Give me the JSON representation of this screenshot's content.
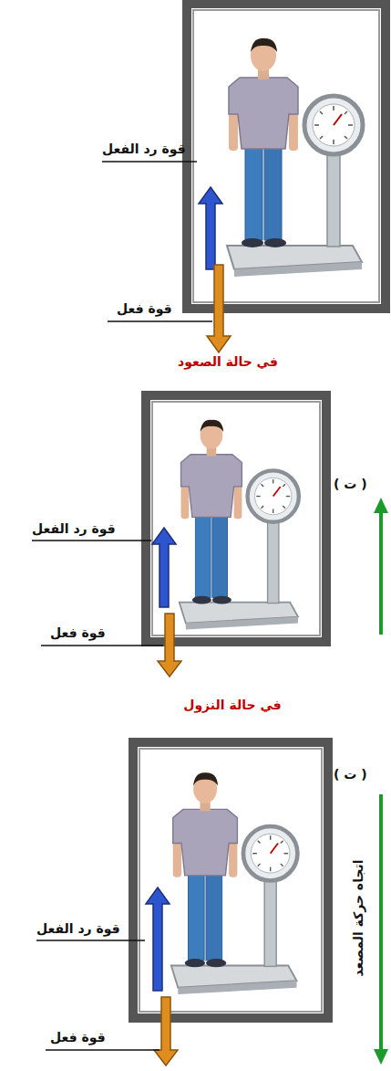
{
  "diagram": {
    "labels": [
      "قوة رد الفعل",
      "قوة فعل",
      "في حالة الصعود",
      "قوة رد الفعل",
      "قوة فعل",
      "( ت )",
      "في حالة النزول",
      "قوة رد الفعل",
      "قوة فعل",
      "( ت )",
      "اتجاه حركة المصعد"
    ]
  }
}
